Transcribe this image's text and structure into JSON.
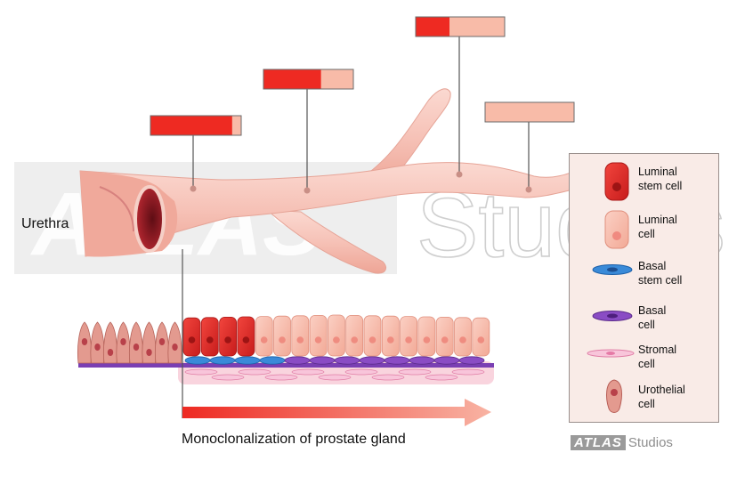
{
  "labels": {
    "urethra": "Urethra",
    "caption": "Monoclonalization of prostate gland"
  },
  "watermark": {
    "brand_bold": "ATLAS",
    "brand_light": "Studios"
  },
  "footer": {
    "brand_bold": "ATLAS",
    "brand_light": "Studios"
  },
  "proportion_bars": [
    {
      "id": "bar-1",
      "stem_fraction": 0.9
    },
    {
      "id": "bar-2",
      "stem_fraction": 0.64
    },
    {
      "id": "bar-3",
      "stem_fraction": 0.38
    },
    {
      "id": "bar-4",
      "stem_fraction": 0.0
    }
  ],
  "legend": {
    "items": [
      {
        "id": "luminal-stem",
        "label": "Luminal\nstem cell"
      },
      {
        "id": "luminal",
        "label": "Luminal\ncell"
      },
      {
        "id": "basal-stem",
        "label": "Basal\nstem cell"
      },
      {
        "id": "basal",
        "label": "Basal\ncell"
      },
      {
        "id": "stromal",
        "label": "Stromal\ncell"
      },
      {
        "id": "urothelial",
        "label": "Urothelial\ncell"
      }
    ]
  },
  "colors": {
    "stem_red": "#ee2a22",
    "luminal_pink": "#f8bba8",
    "duct_pink": "#f7c9bf",
    "basal_stem_blue": "#3a8ad8",
    "basal_purple": "#7a3fb3",
    "stromal_pink": "#f4b6cf",
    "urothelial": "#d98b82"
  }
}
